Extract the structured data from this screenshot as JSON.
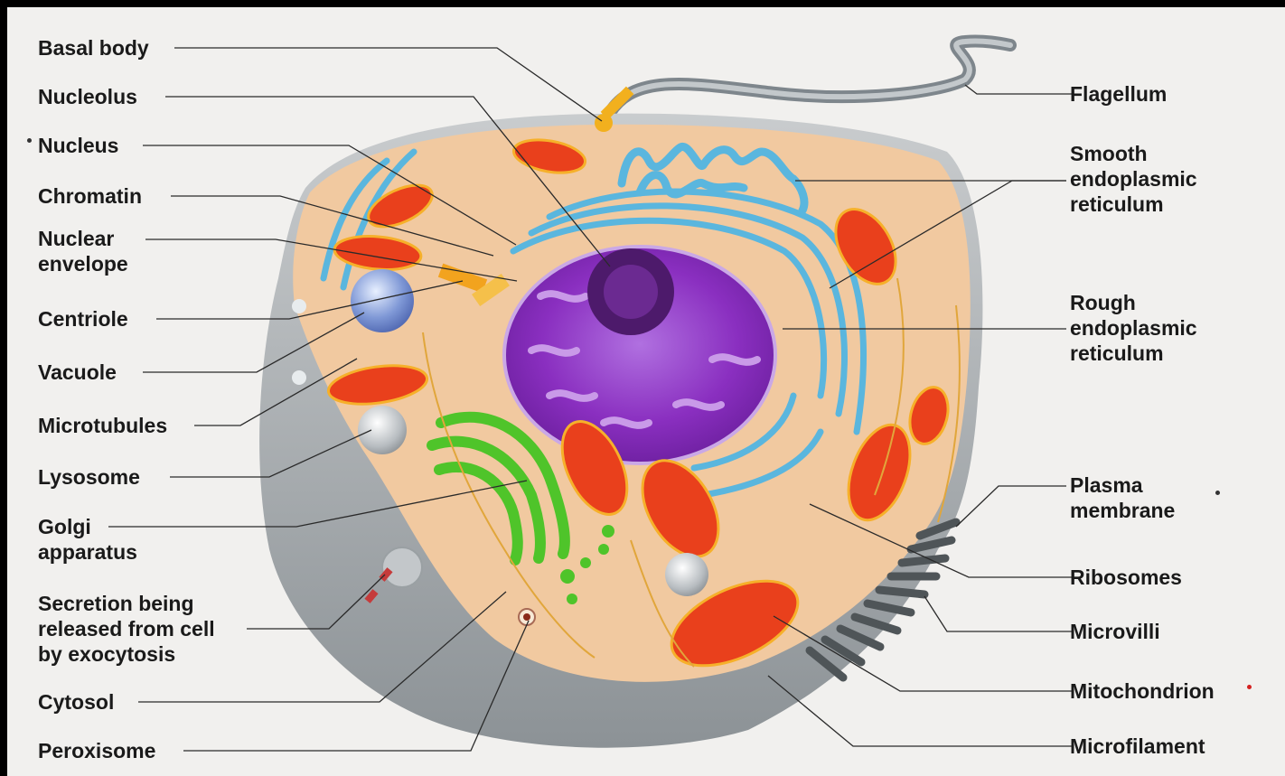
{
  "left_labels": {
    "basal_body": "Basal body",
    "nucleolus": "Nucleolus",
    "nucleus": "Nucleus",
    "chromatin": "Chromatin",
    "nuclear_envelope": "Nuclear\nenvelope",
    "centriole": "Centriole",
    "vacuole": "Vacuole",
    "microtubules": "Microtubules",
    "lysosome": "Lysosome",
    "golgi": "Golgi\napparatus",
    "secretion": "Secretion being\nreleased from cell\nby exocytosis",
    "cytosol": "Cytosol",
    "peroxisome": "Peroxisome"
  },
  "right_labels": {
    "flagellum": "Flagellum",
    "smooth_er": "Smooth\nendoplasmic\nreticulum",
    "rough_er": "Rough\nendoplasmic\nreticulum",
    "plasma_membrane": "Plasma\nmembrane",
    "ribosomes": "Ribosomes",
    "microvilli": "Microvilli",
    "mitochondrion": "Mitochondrion",
    "microfilament": "Microfilament"
  },
  "colors": {
    "background": "#f1f0ee",
    "cytoplasm": "#f1c9a0",
    "membrane": "#a8adb0",
    "nucleus": "#8a2fc0",
    "nucleolus": "#4d1a6b",
    "mitochondrion": "#e9401c",
    "golgi": "#4fc42a",
    "endoplasmic_reticulum": "#5ab6de",
    "leader_line": "#2a2a2a"
  }
}
